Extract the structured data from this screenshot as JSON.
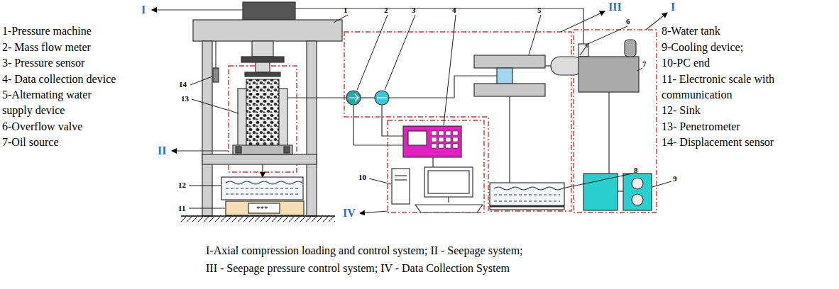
{
  "diagram": {
    "labels": [
      "1-Pressure machine",
      "2- Mass flow meter",
      "3- Pressure sensor",
      "4- Data collection device",
      "5-Alternating water supply device",
      "6-Overflow valve",
      "7-Oil source",
      "8-Water tank",
      "9-Cooling device;",
      "10-PC end",
      "11- Electronic scale with communication",
      "12- Sink",
      "13- Penetrometer",
      "14- Displacement sensor",
      "I-Axial compression loading and control system; II - Seepage system;",
      "III - Seepage pressure control system; IV - Data Collection System",
      "1",
      "2",
      "3",
      "4",
      "5",
      "6",
      "7",
      "8",
      "9",
      "10",
      "11",
      "12",
      "13",
      "14",
      "I",
      "I",
      "II",
      "III",
      "IV",
      "***"
    ]
  }
}
